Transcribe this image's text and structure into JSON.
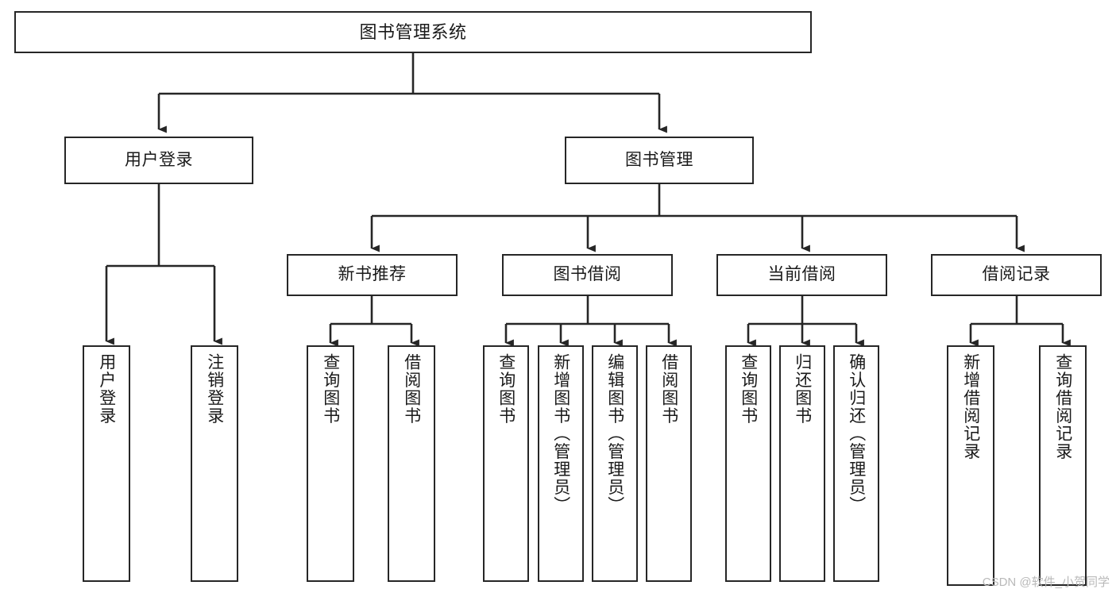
{
  "diagram": {
    "title": "图书管理系统",
    "type": "hierarchy-tree",
    "background_color": "#ffffff",
    "line_color": "#262626",
    "text_color": "#1a1a1a"
  },
  "nodes": {
    "root": {
      "label": "图书管理系统"
    },
    "level2": [
      {
        "id": "user-login",
        "label": "用户登录"
      },
      {
        "id": "book-management",
        "label": "图书管理"
      }
    ],
    "level3": [
      {
        "id": "new-book-recommend",
        "label": "新书推荐"
      },
      {
        "id": "book-borrow",
        "label": "图书借阅"
      },
      {
        "id": "current-borrow",
        "label": "当前借阅"
      },
      {
        "id": "borrow-record",
        "label": "借阅记录"
      }
    ],
    "leaves": [
      {
        "id": "leaf-user-login",
        "label": "用户登录",
        "parent": "user-login"
      },
      {
        "id": "leaf-logout-login",
        "label": "注销登录",
        "parent": "user-login"
      },
      {
        "id": "leaf-query-book-1",
        "label": "查询图书",
        "parent": "new-book-recommend"
      },
      {
        "id": "leaf-borrow-book-1",
        "label": "借阅图书",
        "parent": "new-book-recommend"
      },
      {
        "id": "leaf-query-book-2",
        "label": "查询图书",
        "parent": "book-borrow"
      },
      {
        "id": "leaf-add-book",
        "label": "新增图书（管理员）",
        "parent": "book-borrow"
      },
      {
        "id": "leaf-edit-book",
        "label": "编辑图书（管理员）",
        "parent": "book-borrow"
      },
      {
        "id": "leaf-borrow-book-2",
        "label": "借阅图书",
        "parent": "book-borrow"
      },
      {
        "id": "leaf-query-book-3",
        "label": "查询图书",
        "parent": "current-borrow"
      },
      {
        "id": "leaf-return-book",
        "label": "归还图书",
        "parent": "current-borrow"
      },
      {
        "id": "leaf-confirm-return",
        "label": "确认归还（管理员）",
        "parent": "current-borrow"
      },
      {
        "id": "leaf-add-record",
        "label": "新增借阅记录",
        "parent": "borrow-record"
      },
      {
        "id": "leaf-query-record",
        "label": "查询借阅记录",
        "parent": "borrow-record"
      }
    ]
  },
  "watermark": {
    "text": "CSDN @软件_小贺同学"
  }
}
